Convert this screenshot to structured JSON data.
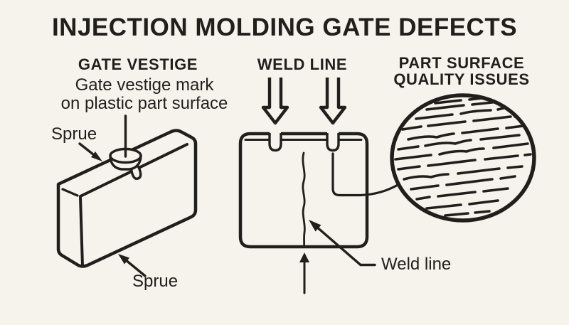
{
  "title": "INJECTION MOLDING GATE DEFECTS",
  "colors": {
    "background": "#f6f3ed",
    "ink": "#211f1c"
  },
  "sections": {
    "gate_vestige": {
      "heading": "GATE VESTIGE",
      "annotation_line1": "Gate vestige mark",
      "annotation_line2": "on plastic part surface",
      "sprue_label_top": "Sprue",
      "sprue_label_bottom": "Sprue"
    },
    "weld_line": {
      "heading": "WELD LINE",
      "weld_line_label": "Weld line"
    },
    "surface_quality": {
      "heading_line1": "PART SURFACE",
      "heading_line2": "QUALITY ISSUES"
    }
  }
}
